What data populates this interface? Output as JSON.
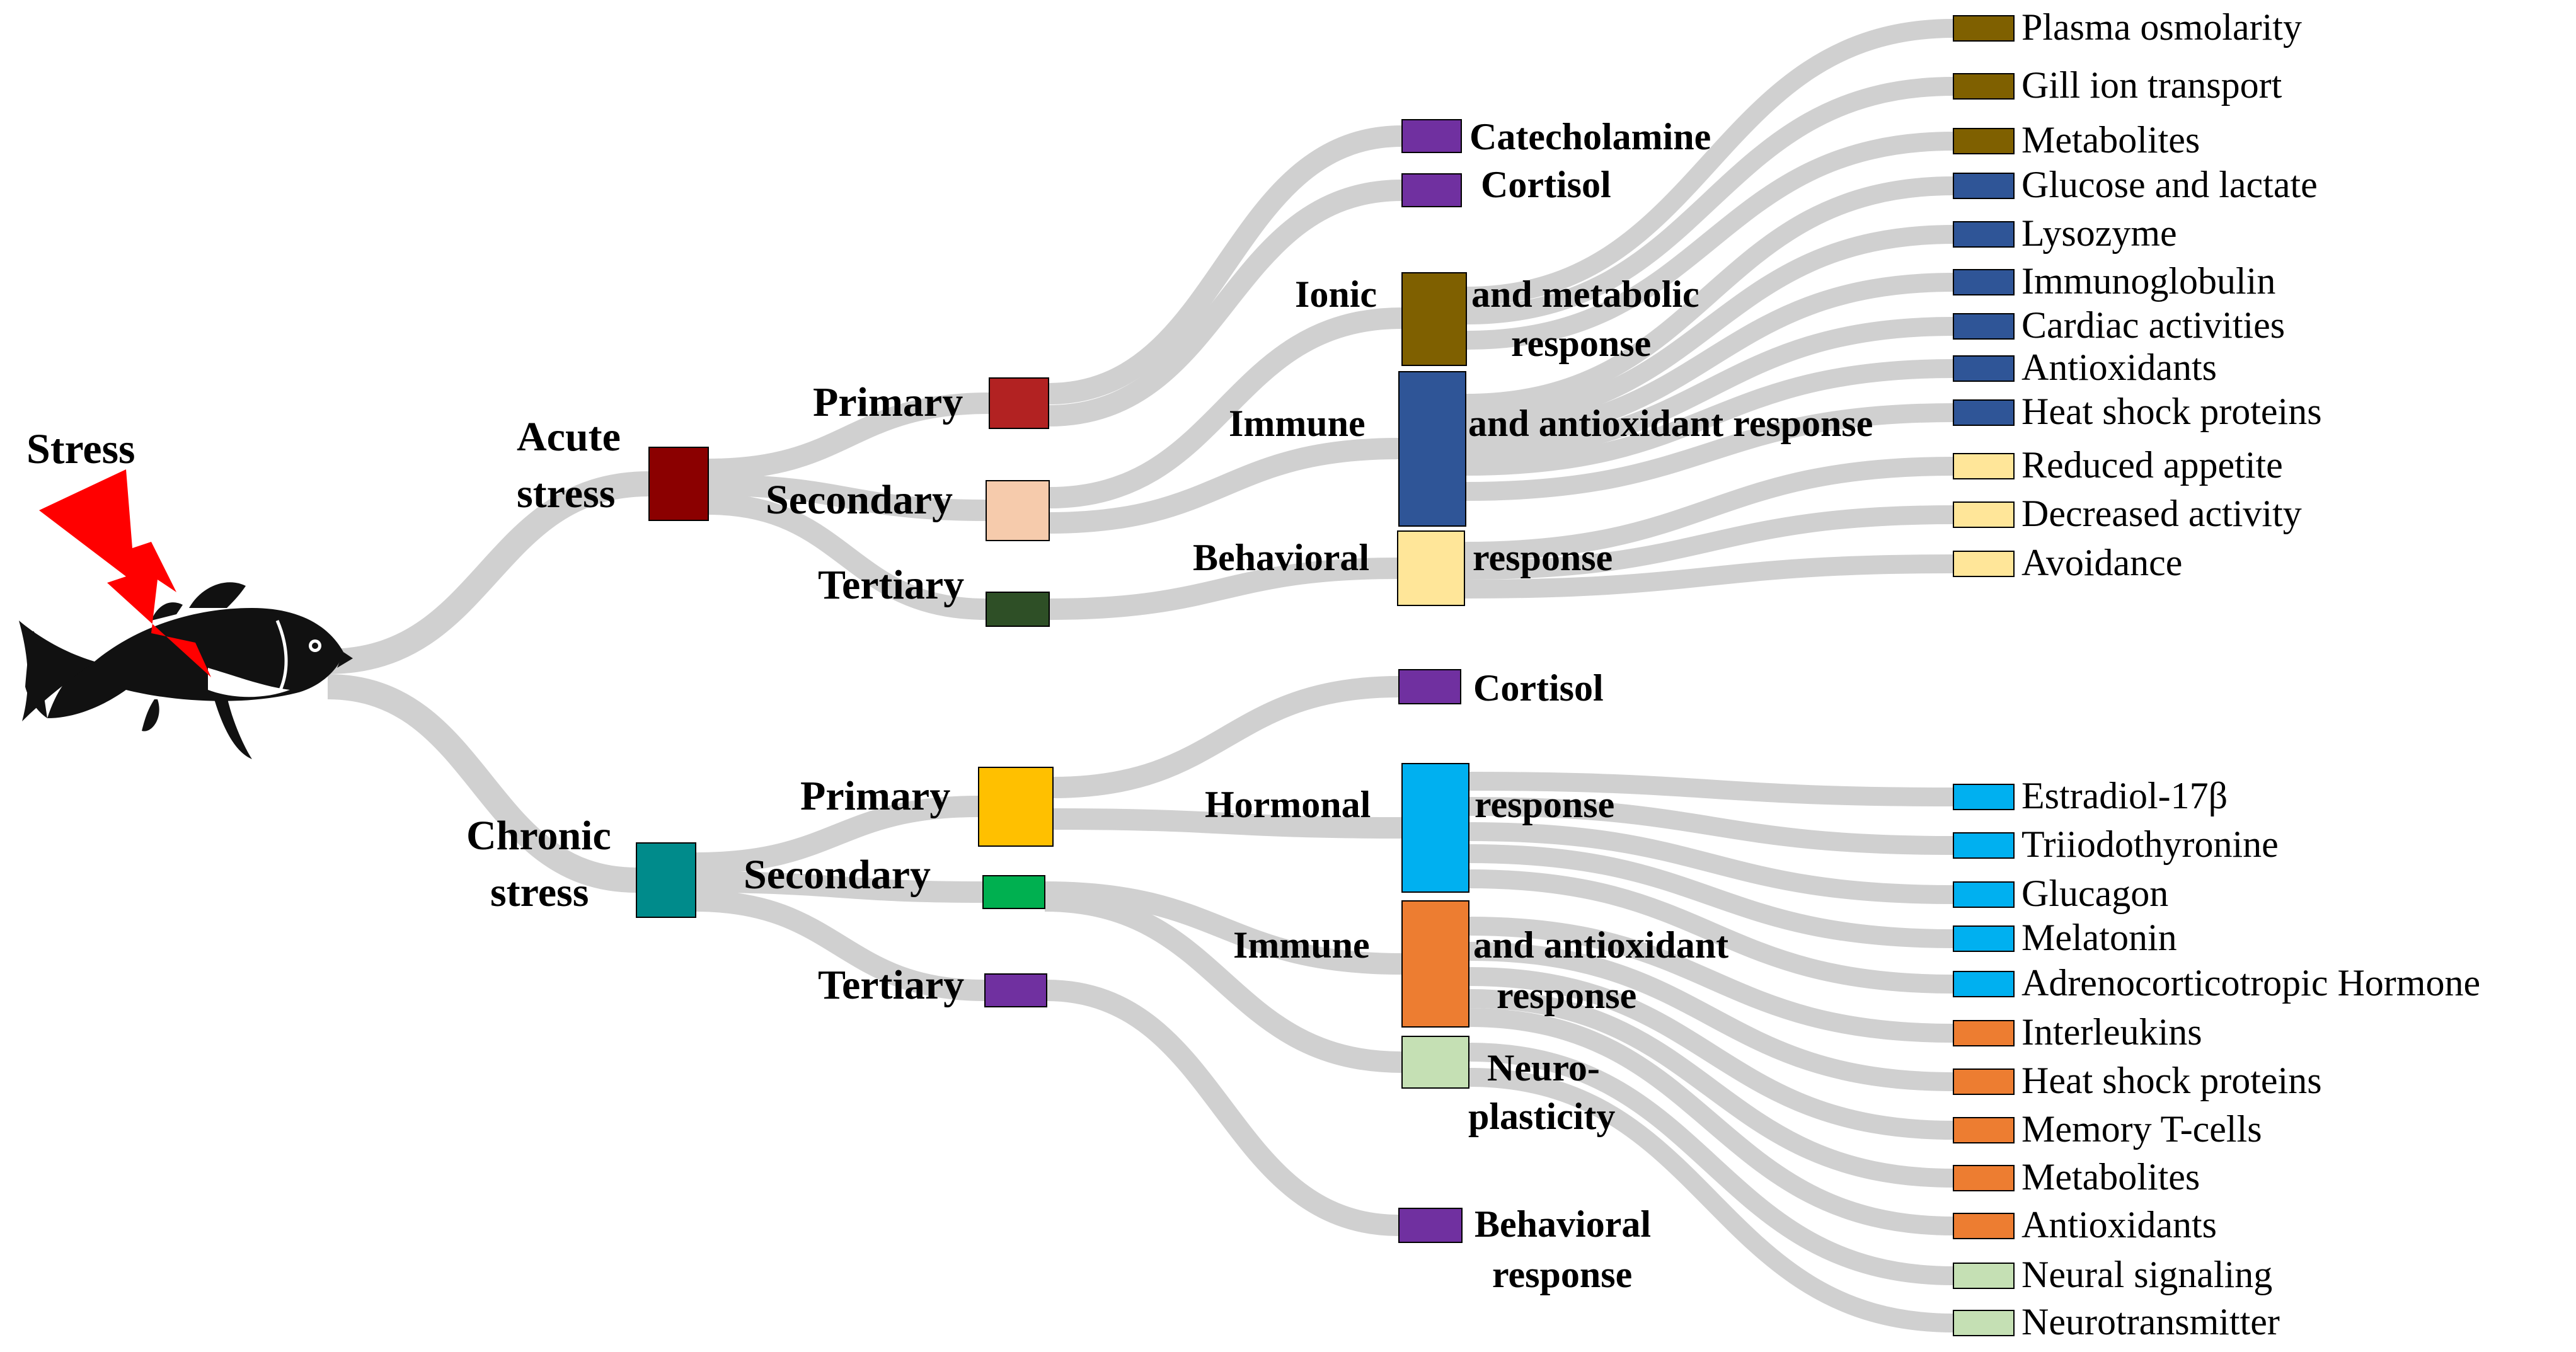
{
  "title": "Stress",
  "colors": {
    "flow": "#d0d0d0",
    "acute": "#8b0000",
    "chronic": "#008b8b",
    "primary_acute": "#b22222",
    "secondary_acute": "#f6cbac",
    "tertiary_acute": "#2e4f26",
    "primary_chronic": "#ffc000",
    "secondary_chronic": "#00b050",
    "purple": "#7030a0",
    "ionic": "#7f6000",
    "immune_acute": "#2f5597",
    "behavioral": "#ffe699",
    "hormonal": "#00b0f0",
    "immune_chronic": "#ed7d31",
    "neuro": "#c5e0b4",
    "lightning": "#ff0000"
  },
  "root": {
    "label": "Stress",
    "icon": "fish-icon"
  },
  "branches": [
    {
      "key": "acute",
      "label_line1": "Acute",
      "label_line2": "stress"
    },
    {
      "key": "chronic",
      "label_line1": "Chronic",
      "label_line2": "stress"
    }
  ],
  "stages": {
    "acute": [
      "Primary",
      "Secondary",
      "Tertiary"
    ],
    "chronic": [
      "Primary",
      "Secondary",
      "Tertiary"
    ]
  },
  "responses": {
    "catecholamine": "Catecholamine",
    "cortisol_acute": "Cortisol",
    "ionic_left": "Ionic",
    "ionic_right_1": "and metabolic",
    "ionic_right_2": "response",
    "immune_acute_left": "Immune",
    "immune_acute_right": "and antioxidant response",
    "behavioral_acute_left": "Behavioral",
    "behavioral_acute_right": "response",
    "cortisol_chronic": "Cortisol",
    "hormonal_left": "Hormonal",
    "hormonal_right": "response",
    "immune_chronic_left": "Immune",
    "immune_chronic_right_1": "and antioxidant",
    "immune_chronic_right_2": "response",
    "neuro_1": "Neuro-",
    "neuro_2": "plasticity",
    "behavioral_chronic_1": "Behavioral",
    "behavioral_chronic_2": "response"
  },
  "outcomes_acute": [
    {
      "label": "Plasma osmolarity",
      "color": "#7f6000"
    },
    {
      "label": "Gill ion transport",
      "color": "#7f6000"
    },
    {
      "label": "Metabolites",
      "color": "#7f6000"
    },
    {
      "label": "Glucose and lactate",
      "color": "#2f5597"
    },
    {
      "label": "Lysozyme",
      "color": "#2f5597"
    },
    {
      "label": "Immunoglobulin",
      "color": "#2f5597"
    },
    {
      "label": "Cardiac activities",
      "color": "#2f5597"
    },
    {
      "label": "Antioxidants",
      "color": "#2f5597"
    },
    {
      "label": "Heat shock proteins",
      "color": "#2f5597"
    },
    {
      "label": "Reduced appetite",
      "color": "#ffe699"
    },
    {
      "label": "Decreased activity",
      "color": "#ffe699"
    },
    {
      "label": "Avoidance",
      "color": "#ffe699"
    }
  ],
  "outcomes_chronic": [
    {
      "label": "Estradiol-17β",
      "color": "#00b0f0"
    },
    {
      "label": "Triiodothyronine",
      "color": "#00b0f0"
    },
    {
      "label": "Glucagon",
      "color": "#00b0f0"
    },
    {
      "label": "Melatonin",
      "color": "#00b0f0"
    },
    {
      "label": "Adrenocorticotropic Hormone",
      "color": "#00b0f0"
    },
    {
      "label": "Interleukins",
      "color": "#ed7d31"
    },
    {
      "label": "Heat shock proteins",
      "color": "#ed7d31"
    },
    {
      "label": "Memory T-cells",
      "color": "#ed7d31"
    },
    {
      "label": "Metabolites",
      "color": "#ed7d31"
    },
    {
      "label": "Antioxidants",
      "color": "#ed7d31"
    },
    {
      "label": "Neural signaling",
      "color": "#c5e0b4"
    },
    {
      "label": "Neurotransmitter",
      "color": "#c5e0b4"
    }
  ]
}
